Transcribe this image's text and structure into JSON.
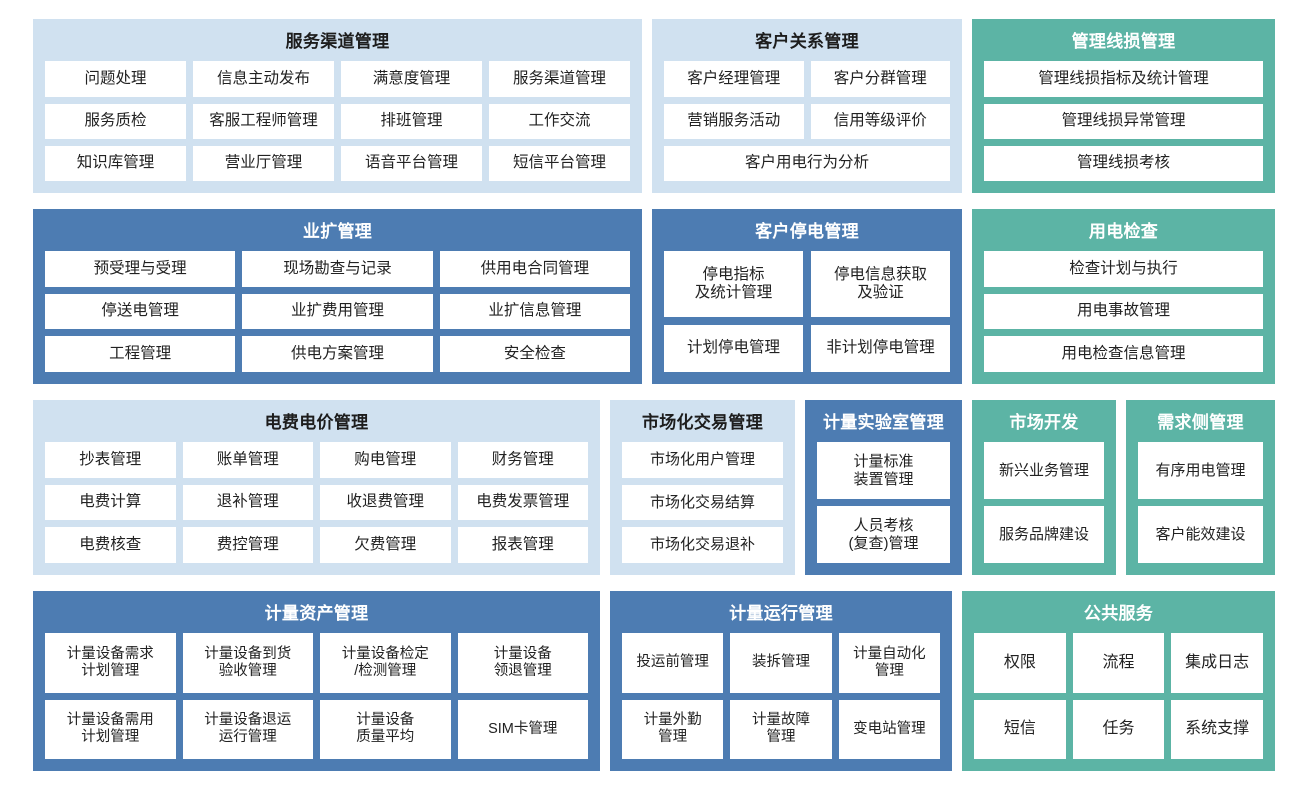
{
  "theme": {
    "light_blue": "#d0e1f0",
    "blue": "#4d7cb2",
    "teal": "#5cb4a5",
    "cell_bg": "#ffffff",
    "page_bg": "#ffffff"
  },
  "rows": [
    {
      "panels": [
        {
          "title": "服务渠道管理",
          "style": "lightblue",
          "columns": 4,
          "cells": [
            "问题处理",
            "信息主动发布",
            "满意度管理",
            "服务渠道管理",
            "服务质检",
            "客服工程师管理",
            "排班管理",
            "工作交流",
            "知识库管理",
            "营业厅管理",
            "语音平台管理",
            "短信平台管理"
          ]
        },
        {
          "title": "客户关系管理",
          "style": "lightblue",
          "columns": 2,
          "cells": [
            "客户经理管理",
            "客户分群管理",
            "营销服务活动",
            "信用等级评价",
            "客户用电行为分析"
          ],
          "spans": {
            "4": 2
          }
        },
        {
          "title": "管理线损管理",
          "style": "teal",
          "columns": 1,
          "cells": [
            "管理线损指标及统计管理",
            "管理线损异常管理",
            "管理线损考核"
          ]
        }
      ]
    },
    {
      "panels": [
        {
          "title": "业扩管理",
          "style": "blue",
          "columns": 3,
          "cells": [
            "预受理与受理",
            "现场勘查与记录",
            "供用电合同管理",
            "停送电管理",
            "业扩费用管理",
            "业扩信息管理",
            "工程管理",
            "供电方案管理",
            "安全检查"
          ]
        },
        {
          "title": "客户停电管理",
          "style": "blue",
          "columns": 2,
          "cells": [
            "停电指标\n及统计管理",
            "停电信息获取\n及验证",
            "计划停电管理",
            "非计划停电管理"
          ]
        },
        {
          "title": "用电检查",
          "style": "teal",
          "columns": 1,
          "cells": [
            "检查计划与执行",
            "用电事故管理",
            "用电检查信息管理"
          ]
        }
      ]
    },
    {
      "panels": [
        {
          "title": "电费电价管理",
          "style": "lightblue",
          "columns": 4,
          "cells": [
            "抄表管理",
            "账单管理",
            "购电管理",
            "财务管理",
            "电费计算",
            "退补管理",
            "收退费管理",
            "电费发票管理",
            "电费核查",
            "费控管理",
            "欠费管理",
            "报表管理"
          ]
        },
        {
          "title": "市场化交易管理",
          "style": "lightblue",
          "columns": 1,
          "cells": [
            "市场化用户管理",
            "市场化交易结算",
            "市场化交易退补"
          ]
        },
        {
          "title": "计量实验室管理",
          "style": "blue",
          "columns": 1,
          "cells": [
            "计量标准\n装置管理",
            "人员考核\n(复查)管理"
          ]
        },
        {
          "title": "市场开发",
          "style": "teal",
          "columns": 1,
          "cells": [
            "新兴业务管理",
            "服务品牌建设"
          ]
        },
        {
          "title": "需求侧管理",
          "style": "teal",
          "columns": 1,
          "cells": [
            "有序用电管理",
            "客户能效建设"
          ]
        }
      ]
    },
    {
      "panels": [
        {
          "title": "计量资产管理",
          "style": "blue",
          "columns": 4,
          "cells": [
            "计量设备需求\n计划管理",
            "计量设备到货\n验收管理",
            "计量设备检定\n/检测管理",
            "计量设备\n领退管理",
            "计量设备需用\n计划管理",
            "计量设备退运\n运行管理",
            "计量设备\n质量平均",
            "SIM卡管理"
          ]
        },
        {
          "title": "计量运行管理",
          "style": "blue",
          "columns": 3,
          "cells": [
            "投运前管理",
            "装拆管理",
            "计量自动化\n管理",
            "计量外勤\n管理",
            "计量故障\n管理",
            "变电站管理"
          ]
        },
        {
          "title": "公共服务",
          "style": "teal",
          "columns": 3,
          "cells": [
            "权限",
            "流程",
            "集成日志",
            "短信",
            "任务",
            "系统支撑"
          ]
        }
      ]
    }
  ]
}
